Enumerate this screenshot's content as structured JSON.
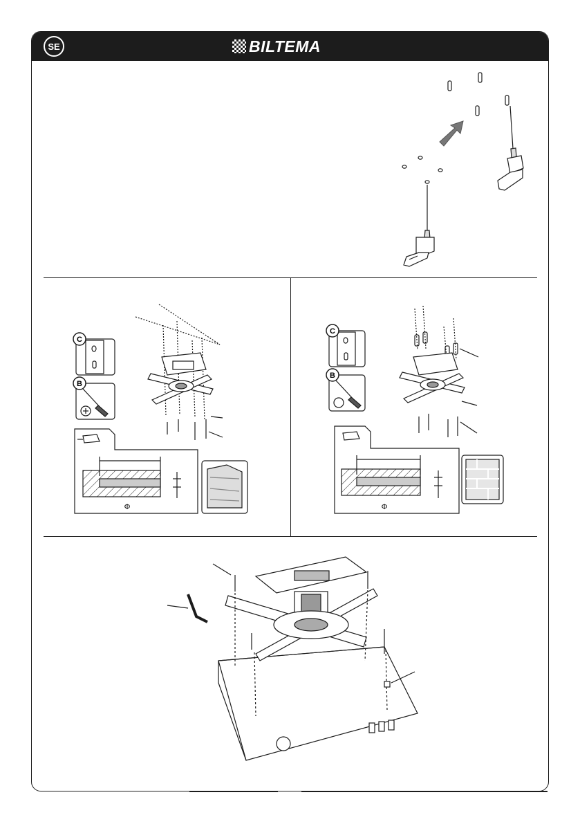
{
  "header": {
    "language_code": "SE",
    "brand": "BILTEMA",
    "background": "#1c1c1c"
  },
  "steps": {
    "drill_ceiling": {
      "icon": "drill-ceiling-icon"
    },
    "wood_mount": {
      "part_c_label": "C",
      "part_b_label": "B",
      "diameter_symbol": "Φ"
    },
    "brick_mount": {
      "part_c_label": "C",
      "part_b_label": "B",
      "diameter_symbol": "Φ"
    },
    "attach_projector": {
      "icon": "projector-mount-icon"
    }
  }
}
